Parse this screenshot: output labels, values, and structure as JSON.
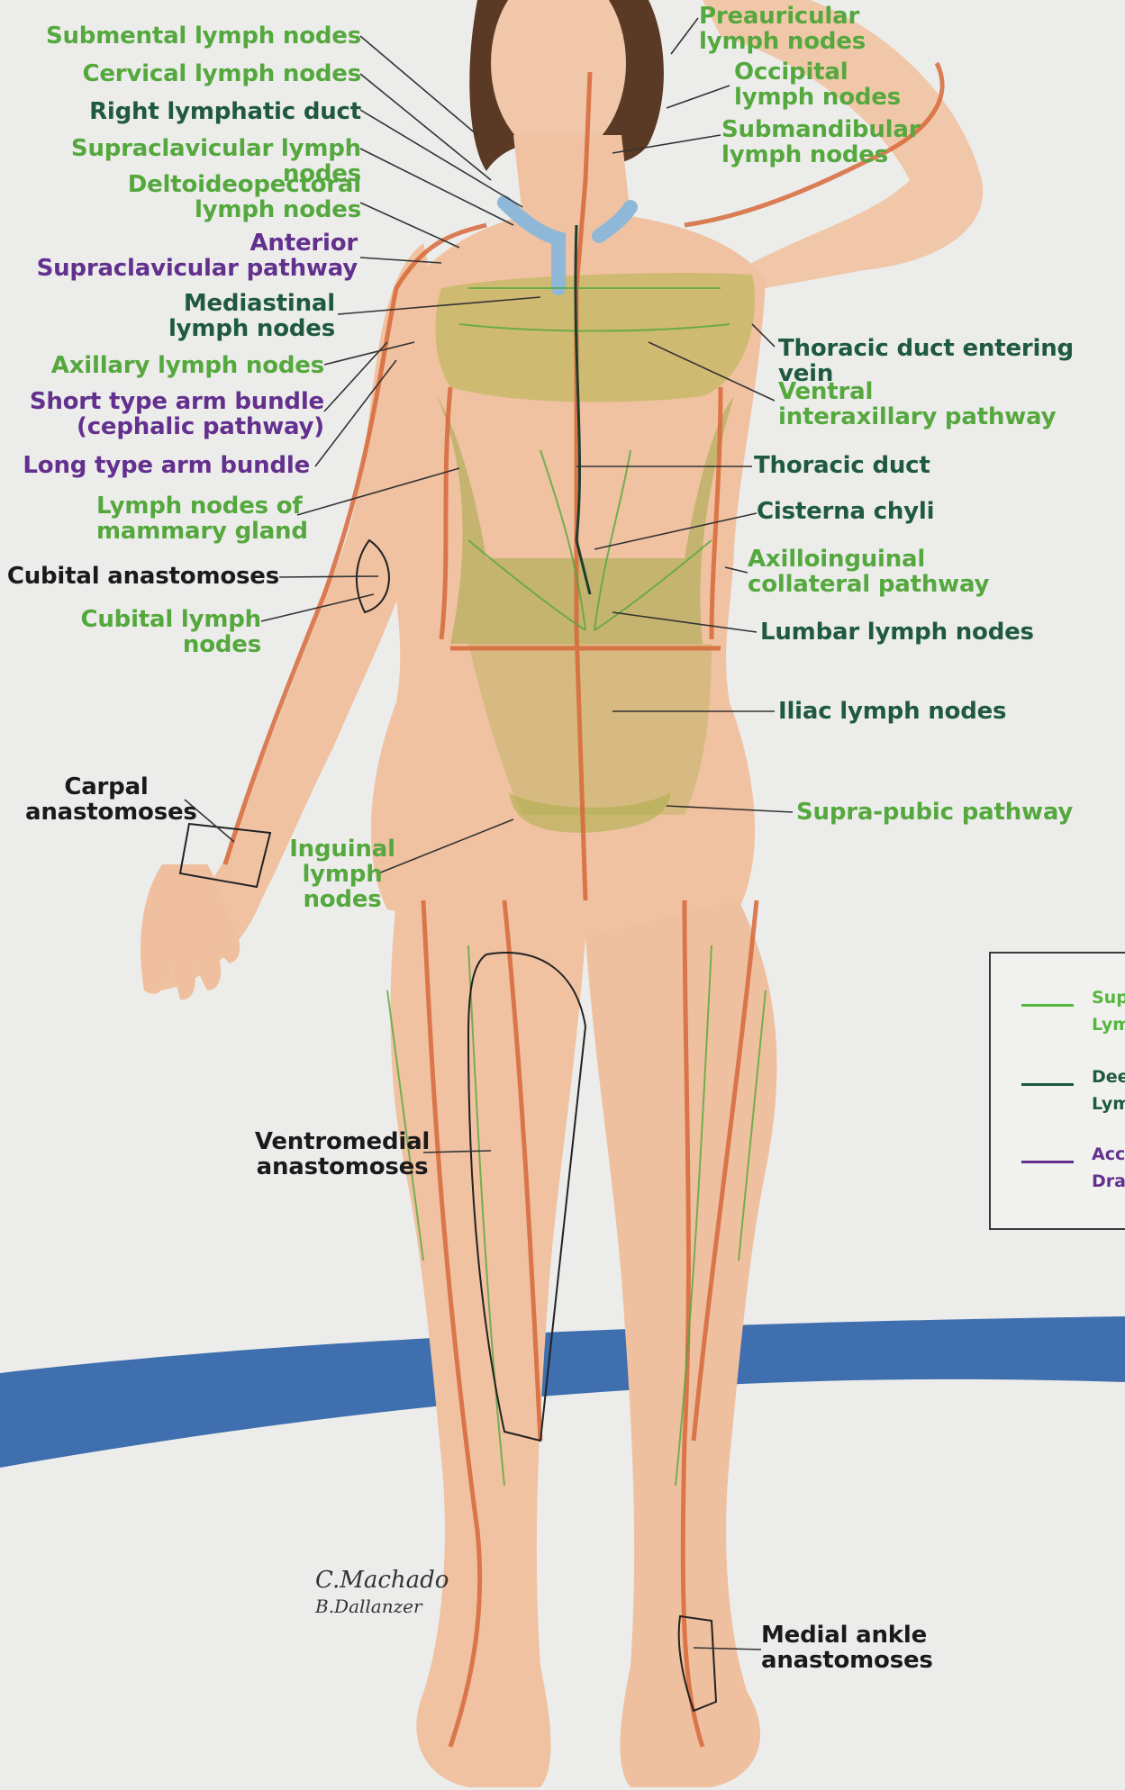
{
  "labels": {
    "submental": "Submental lymph nodes",
    "cervical": "Cervical lymph nodes",
    "right_lymphatic_duct": "Right lymphatic duct",
    "supraclavicular_nodes": "Supraclavicular lymph nodes",
    "deltoideopectoral": "Deltoideopectoral\nlymph nodes",
    "anterior_supraclavicular": "Anterior\nSupraclavicular pathway",
    "mediastinal": "Mediastinal\nlymph nodes",
    "axillary": "Axillary lymph nodes",
    "short_arm": "Short type arm bundle\n(cephalic pathway)",
    "long_arm": "Long type arm bundle",
    "mammary": "Lymph nodes of\nmammary gland",
    "cubital_anastomoses": "Cubital anastomoses",
    "cubital_nodes": "Cubital lymph nodes",
    "carpal": "Carpal\nanastomoses",
    "inguinal": "Inguinal\nlymph\nnodes",
    "ventromedial": "Ventromedial\nanastomoses",
    "preauricular": "Preauricular\nlymph nodes",
    "occipital": "Occipital\nlymph nodes",
    "submandibular": "Submandibular\nlymph nodes",
    "thoracic_duct_vein": "Thoracic duct entering vein",
    "ventral_interaxillary": "Ventral\ninteraxillary pathway",
    "thoracic_duct": "Thoracic duct",
    "cisterna_chyli": "Cisterna chyli",
    "axilloinguinal": "Axilloinguinal\ncollateral pathway",
    "lumbar": "Lumbar lymph nodes",
    "iliac": "Iliac lymph nodes",
    "suprapubic": "Supra-pubic pathway",
    "medial_ankle": "Medial ankle\nanastomoses"
  },
  "legend": {
    "items": [
      {
        "text": "Sup\nLym",
        "color": "#55b83d"
      },
      {
        "text": "Dee\nLym",
        "color": "#1f5a3e"
      },
      {
        "text": "Acc\nDra",
        "color": "#63308e"
      }
    ]
  },
  "signature": {
    "line1": "C.Machado",
    "line2": "B.Dallanzer"
  },
  "colors": {
    "superficial": "#55b83d",
    "deep": "#1f5a3e",
    "accessory": "#63308e",
    "skin": "#f1c7a9",
    "vessel": "#d7683a",
    "band": "#3f6fae",
    "hair": "#5a3a24"
  }
}
